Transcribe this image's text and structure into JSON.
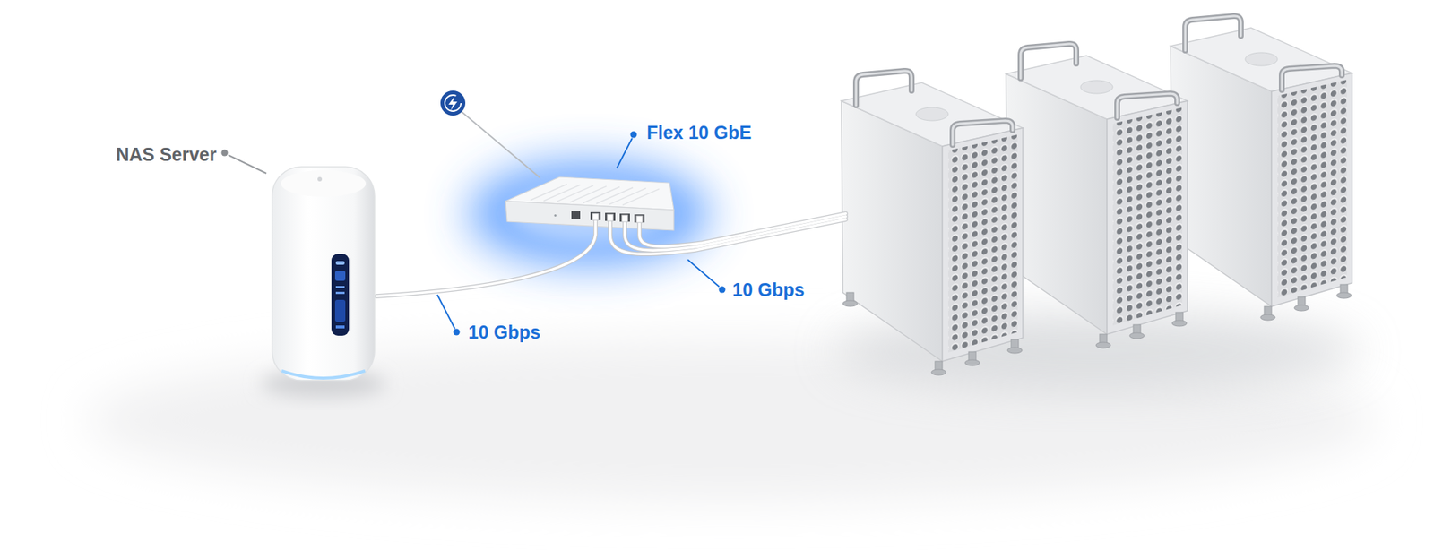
{
  "diagram": {
    "nodes": [
      {
        "text": [
          "NAS Server"
        ]
      },
      {
        "text": [
          "Flex 10 GbE"
        ]
      }
    ],
    "edges": [
      {
        "from": 0,
        "to": 1,
        "arrow": "none",
        "label": "10 Gbps"
      }
    ],
    "labels": [
      "10 Gbps"
    ]
  }
}
